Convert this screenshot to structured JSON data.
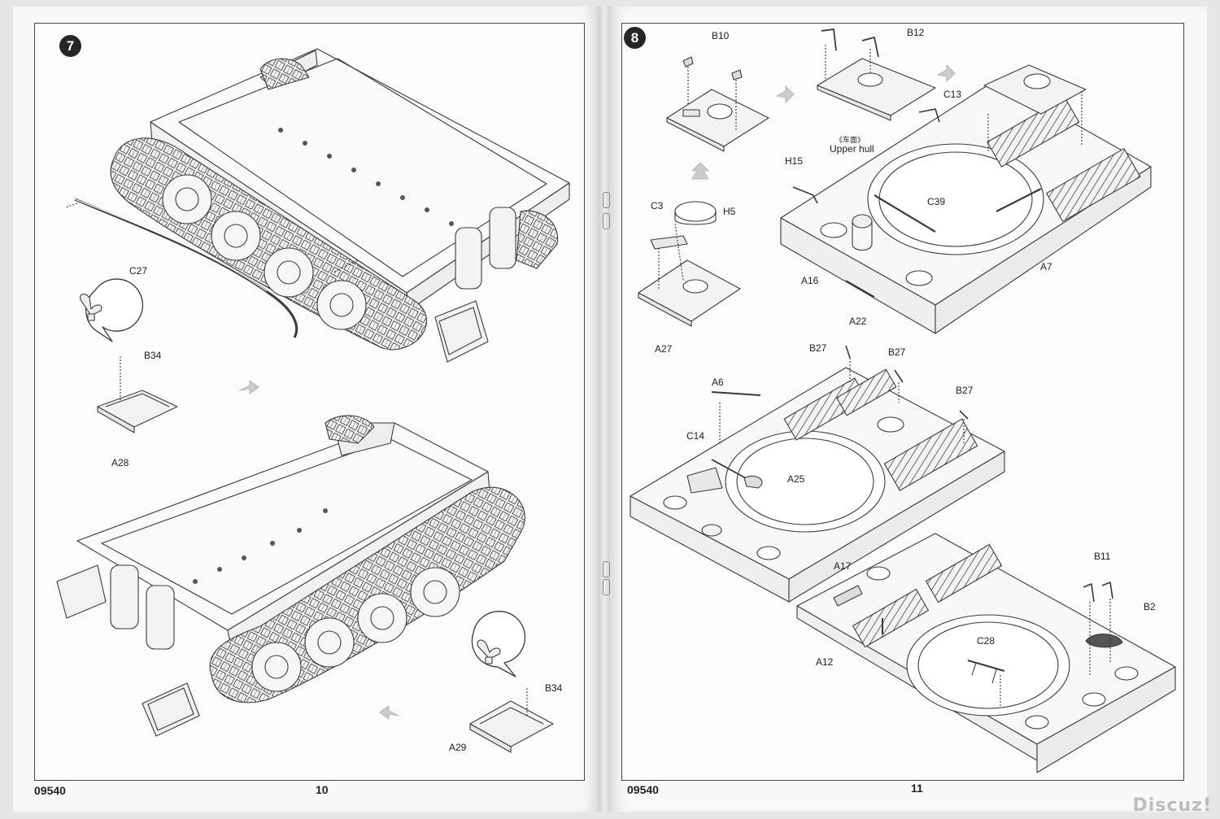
{
  "left_page": {
    "step_number": "7",
    "footer_code": "09540",
    "page_number": "10",
    "labels": {
      "c27": "C27",
      "b34_top": "B34",
      "a28": "A28",
      "b34_bottom": "B34",
      "a29": "A29"
    }
  },
  "right_page": {
    "step_number": "8",
    "footer_code": "09540",
    "page_number": "11",
    "labels": {
      "b10": "B10",
      "b12": "B12",
      "c13": "C13",
      "upper_hull_cn": "《车面》",
      "upper_hull": "Upper hull",
      "h15": "H15",
      "c39": "C39",
      "c3": "C3",
      "h5": "H5",
      "a16": "A16",
      "a7": "A7",
      "a22": "A22",
      "a27": "A27",
      "b27_a": "B27",
      "b27_b": "B27",
      "b27_c": "B27",
      "a6": "A6",
      "c14": "C14",
      "a25": "A25",
      "a17": "A17",
      "b11": "B11",
      "b2": "B2",
      "c28": "C28",
      "a12": "A12"
    }
  },
  "watermark": "Discuz!",
  "colors": {
    "ink": "#262626",
    "paper": "#fbfbfb",
    "background": "#e7e7e7"
  }
}
